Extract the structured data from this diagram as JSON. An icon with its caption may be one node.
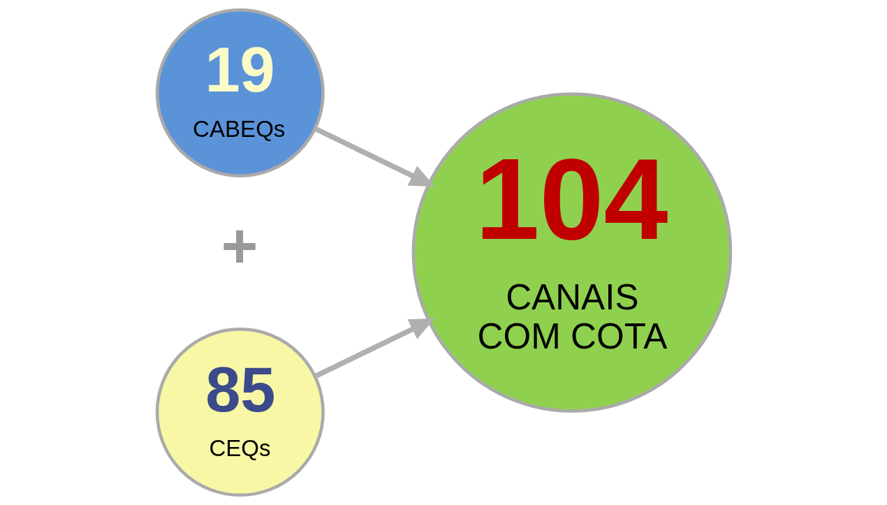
{
  "diagram": {
    "nodes": [
      {
        "text": [
          "19",
          "CABEQs"
        ]
      },
      {
        "text": [
          "85",
          "CEQs"
        ]
      },
      {
        "text": [
          "104",
          "CANAIS COM COTA"
        ]
      }
    ],
    "edges": [
      {
        "from": 0,
        "to": 2,
        "arrow": "to"
      },
      {
        "from": 1,
        "to": 2,
        "arrow": "to"
      }
    ],
    "labels": [
      "+"
    ]
  }
}
